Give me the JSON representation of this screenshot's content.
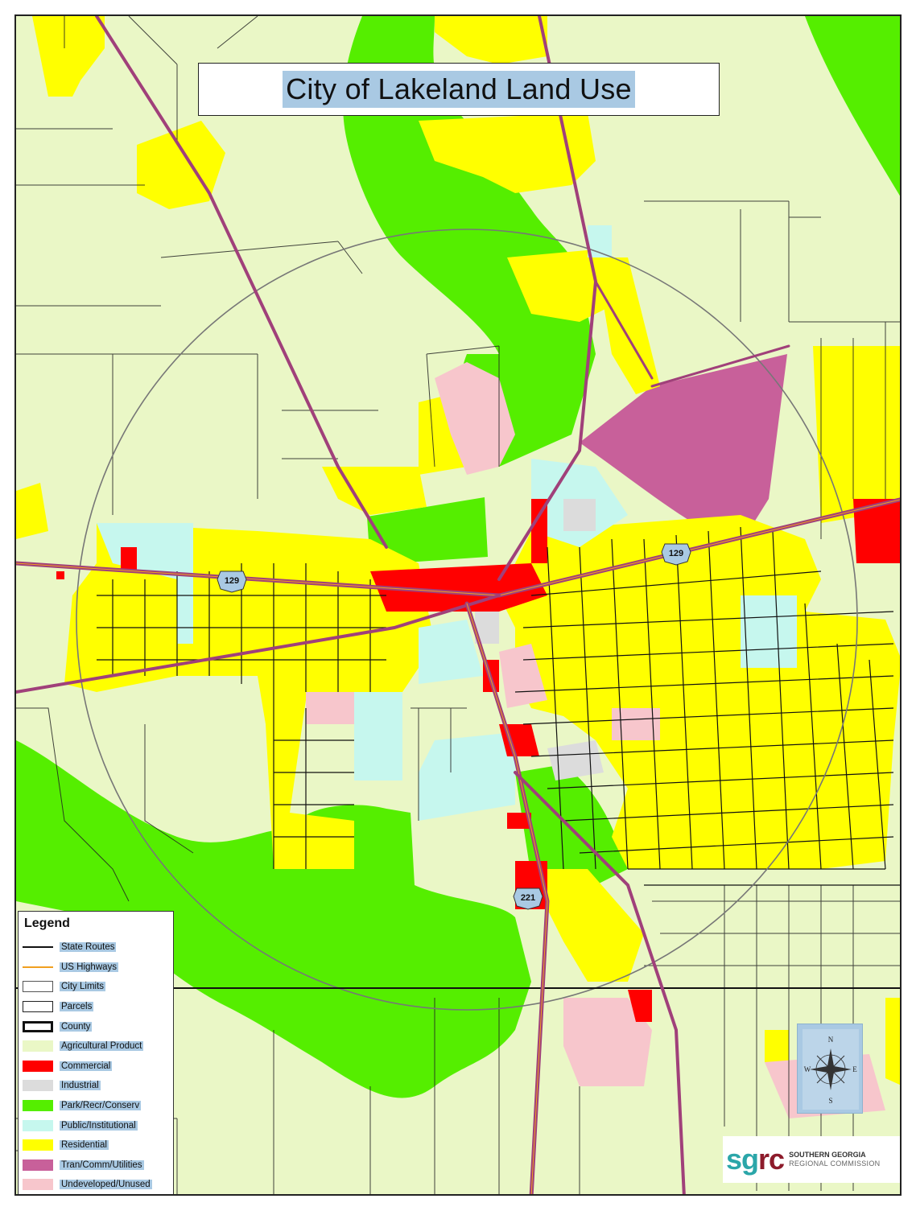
{
  "map": {
    "title": "City of Lakeland Land Use",
    "route_shields": [
      "129",
      "129",
      "221"
    ]
  },
  "legend": {
    "title": "Legend",
    "items": [
      {
        "label": "State Routes",
        "kind": "line",
        "color": "#111111"
      },
      {
        "label": "US Highways",
        "kind": "line",
        "color": "#f0a020"
      },
      {
        "label": "City Limits",
        "kind": "box",
        "color": "#ffffff",
        "border": "#555555"
      },
      {
        "label": "Parcels",
        "kind": "box",
        "color": "#ffffff",
        "border": "#222222"
      },
      {
        "label": "County",
        "kind": "box-thick",
        "color": "#ffffff",
        "border": "#111111"
      },
      {
        "label": "Agricultural Product",
        "kind": "fill",
        "color": "#eaf7c6"
      },
      {
        "label": "Commercial",
        "kind": "fill",
        "color": "#ff0000"
      },
      {
        "label": "Industrial",
        "kind": "fill",
        "color": "#dcdcdc"
      },
      {
        "label": "Park/Recr/Conserv",
        "kind": "fill",
        "color": "#55ee00"
      },
      {
        "label": "Public/Institutional",
        "kind": "fill",
        "color": "#c6f7ee"
      },
      {
        "label": "Residential",
        "kind": "fill",
        "color": "#ffff00"
      },
      {
        "label": "Tran/Comm/Utilities",
        "kind": "fill",
        "color": "#c8609a"
      },
      {
        "label": "Undeveloped/Unused",
        "kind": "fill",
        "color": "#f7c6cc"
      }
    ]
  },
  "compass": {
    "n": "N",
    "s": "S",
    "e": "E",
    "w": "W"
  },
  "logo": {
    "s": "s",
    "g": "g",
    "r": "r",
    "c": "c",
    "line1": "SOUTHERN GEORGIA",
    "line2": "REGIONAL COMMISSION"
  },
  "colors": {
    "agricultural": "#eaf7c6",
    "commercial": "#ff0000",
    "industrial": "#dcdcdc",
    "park": "#55ee00",
    "public": "#c6f7ee",
    "residential": "#ffff00",
    "transport": "#c8609a",
    "undeveloped": "#f7c6cc",
    "highway": "#a0407a"
  }
}
